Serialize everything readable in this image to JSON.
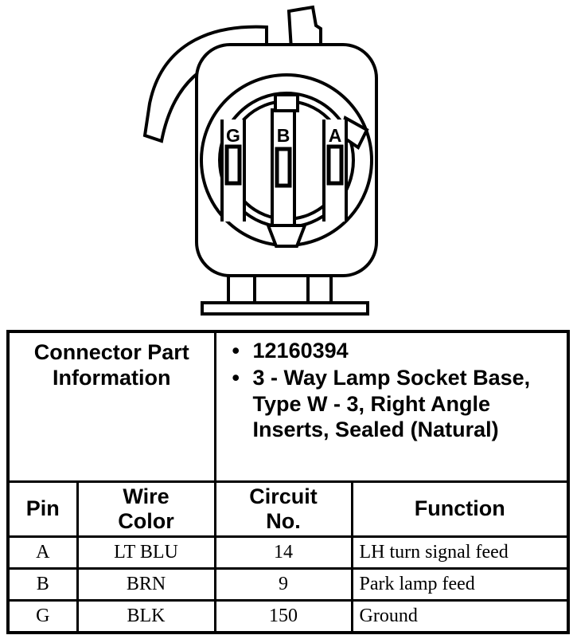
{
  "diagram": {
    "pins": [
      "G",
      "B",
      "A"
    ]
  },
  "table": {
    "part_info": {
      "label": "Connector Part Information",
      "bullet": "•",
      "items": [
        "12160394",
        "3 - Way Lamp Socket Base, Type W - 3, Right Angle Inserts, Sealed (Natural)"
      ]
    },
    "headers": {
      "pin": "Pin",
      "wire_color": "Wire\nColor",
      "circuit_no": "Circuit\nNo.",
      "function": "Function"
    },
    "rows": [
      {
        "pin": "A",
        "wire_color": "LT BLU",
        "circuit_no": "14",
        "function": "LH turn signal feed"
      },
      {
        "pin": "B",
        "wire_color": "BRN",
        "circuit_no": "9",
        "function": "Park lamp feed"
      },
      {
        "pin": "G",
        "wire_color": "BLK",
        "circuit_no": "150",
        "function": "Ground"
      }
    ]
  },
  "colors": {
    "ink": "#000000",
    "paper": "#ffffff"
  }
}
